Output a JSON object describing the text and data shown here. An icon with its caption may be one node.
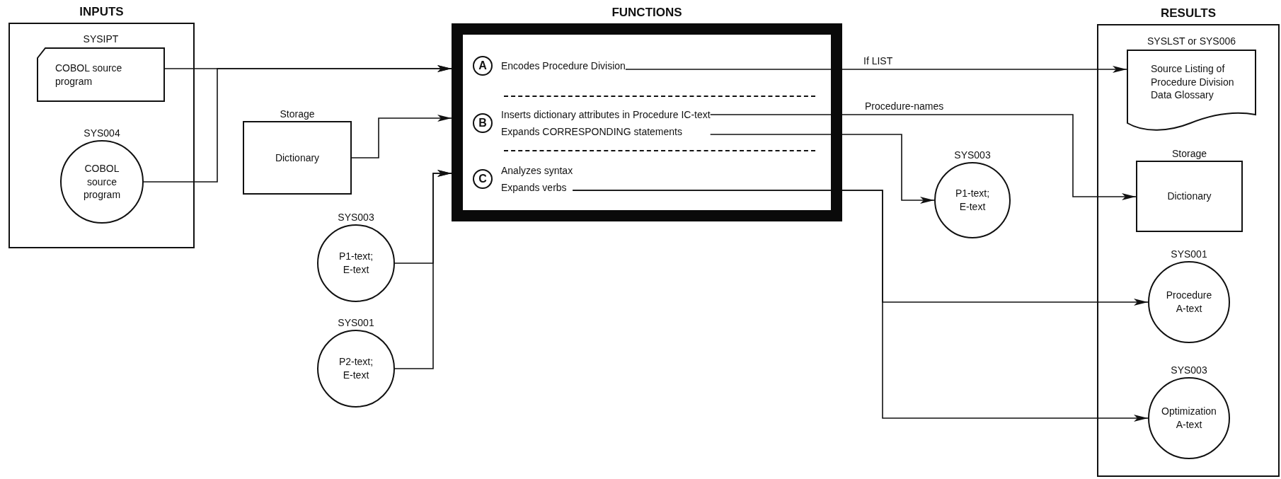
{
  "diagram": {
    "nodes": [
      {
        "text": [
          "INPUTS"
        ]
      },
      {
        "text": [
          "SYSIPT",
          "COBOL source program"
        ],
        "in": 0
      },
      {
        "text": [
          "SYS004",
          "COBOL source program"
        ],
        "in": 0
      },
      {
        "text": [
          "Storage",
          "Dictionary"
        ]
      },
      {
        "text": [
          "SYS003",
          "P1-text; E-text"
        ]
      },
      {
        "text": [
          "SYS001",
          "P2-text; E-text"
        ]
      },
      {
        "text": [
          "FUNCTIONS"
        ]
      },
      {
        "text": [
          "A"
        ],
        "in": 6,
        "beside": [
          "Encodes Procedure Division"
        ]
      },
      {
        "text": [
          "B"
        ],
        "in": 6,
        "beside": [
          "Inserts dictionary attributes in Procedure IC-text",
          "Expands CORRESPONDING statements"
        ]
      },
      {
        "text": [
          "C"
        ],
        "in": 6,
        "beside": [
          "Analyzes syntax",
          "Expands verbs"
        ]
      },
      {
        "text": [
          "SYS003",
          "P1-text; E-text"
        ]
      },
      {
        "text": [
          "RESULTS"
        ]
      },
      {
        "text": [
          "SYSLST or SYS006",
          "Source Listing of Procedure Division Data Glossary"
        ],
        "in": 11
      },
      {
        "text": [
          "Storage",
          "Dictionary"
        ],
        "in": 11
      },
      {
        "text": [
          "SYS001",
          "Procedure A-text"
        ],
        "in": 11
      },
      {
        "text": [
          "SYS003",
          "Optimization A-text"
        ],
        "in": 11
      }
    ],
    "edges": [
      {
        "from": 1,
        "to": 6,
        "arrow": "to"
      },
      {
        "from": 2,
        "to": 6,
        "arrow": "to"
      },
      {
        "from": 3,
        "to": 6,
        "arrow": "to"
      },
      {
        "from": 4,
        "to": 6,
        "arrow": "to"
      },
      {
        "from": 5,
        "to": 6,
        "arrow": "to"
      },
      {
        "from": 7,
        "to": 12,
        "arrow": "to",
        "label": "If LIST"
      },
      {
        "from": 8,
        "to": 13,
        "arrow": "to",
        "label": "Procedure-names"
      },
      {
        "from": 8,
        "to": 10,
        "arrow": "to"
      },
      {
        "from": 9,
        "to": 14,
        "arrow": "to"
      },
      {
        "from": 9,
        "to": 15,
        "arrow": "to"
      }
    ]
  }
}
